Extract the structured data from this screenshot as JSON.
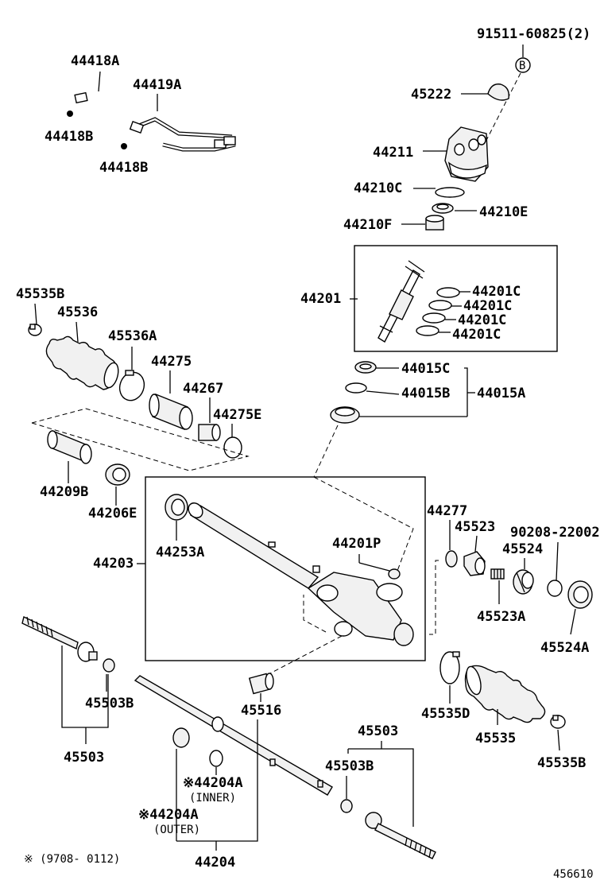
{
  "labels": {
    "p91511": "91511-60825(2)",
    "circleB": "B",
    "p45222": "45222",
    "p44211": "44211",
    "p44210C": "44210C",
    "p44210E": "44210E",
    "p44210F": "44210F",
    "p44418A": "44418A",
    "p44419A": "44419A",
    "p44418B_1": "44418B",
    "p44418B_2": "44418B",
    "p44201": "44201",
    "p44201C_1": "44201C",
    "p44201C_2": "44201C",
    "p44201C_3": "44201C",
    "p44201C_4": "44201C",
    "p45535B_top": "45535B",
    "p45536": "45536",
    "p45536A": "45536A",
    "p44275": "44275",
    "p44267": "44267",
    "p44275E": "44275E",
    "p44015C": "44015C",
    "p44015B": "44015B",
    "p44015A": "44015A",
    "p44209B": "44209B",
    "p44206E": "44206E",
    "p44203": "44203",
    "p44253A": "44253A",
    "p44201P": "44201P",
    "p44277": "44277",
    "p45523": "45523",
    "p90208": "90208-22002",
    "p45524": "45524",
    "p45523A": "45523A",
    "p45524A": "45524A",
    "p45516": "45516",
    "p45503B_left": "45503B",
    "p45503_left": "45503",
    "p45535D": "45535D",
    "p45535": "45535",
    "p45535B_right": "45535B",
    "p45503_right": "45503",
    "p45503B_right": "45503B",
    "p44204A_inner": "※44204A",
    "inner": "(INNER)",
    "p44204A_outer": "※44204A",
    "outer": "(OUTER)",
    "p44204": "44204",
    "footnote": "※ (9708- 0112)",
    "diagramNo": "456610"
  }
}
